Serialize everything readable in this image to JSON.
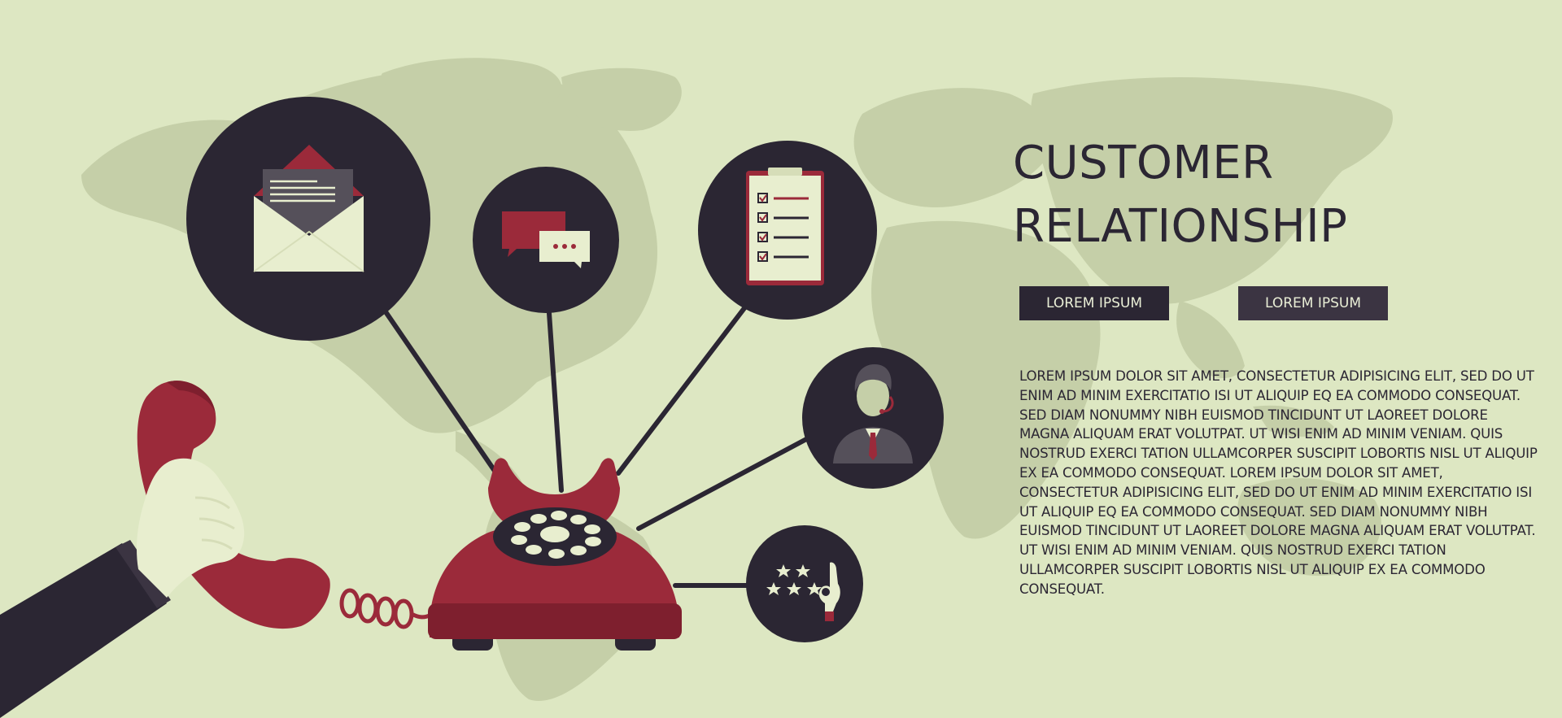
{
  "header": {
    "title_line1": "CUSTOMER",
    "title_line2": "RELATIONSHIP"
  },
  "buttons": [
    {
      "label": "LOREM IPSUM"
    },
    {
      "label": "LOREM IPSUM"
    }
  ],
  "body_text": "LOREM IPSUM DOLOR SIT AMET, CONSECTETUR ADIPISICING ELIT, SED DO UT ENIM AD MINIM EXERCITATIO ISI UT ALIQUIP EQ EA COMMODO CONSEQUAT. SED DIAM NONUMMY NIBH EUISMOD TINCIDUNT UT LAOREET DOLORE MAGNA ALIQUAM ERAT VOLUTPAT. UT WISI ENIM AD MINIM VENIAM. QUIS NOSTRUD EXERCI TATION ULLAMCORPER SUSCIPIT LOBORTIS NISL UT ALIQUIP EX EA COMMODO CONSEQUAT. LOREM IPSUM DOLOR SIT AMET, CONSECTETUR ADIPISICING ELIT, SED DO UT ENIM AD MINIM EXERCITATIO ISI UT ALIQUIP EQ EA COMMODO CONSEQUAT. SED DIAM NONUMMY NIBH EUISMOD TINCIDUNT UT LAOREET DOLORE MAGNA ALIQUAM ERAT VOLUTPAT. UT WISI ENIM AD MINIM VENIAM. QUIS NOSTRUD EXERCI TATION ULLAMCORPER SUSCIPIT LOBORTIS NISL UT ALIQUIP EX EA COMMODO CONSEQUAT.",
  "icons": [
    "mail-envelope-icon",
    "chat-bubbles-icon",
    "checklist-clipboard-icon",
    "support-agent-icon",
    "rating-ok-hand-icon",
    "rotary-telephone-icon",
    "hand-holding-handset-icon",
    "world-map-icon"
  ],
  "colors": {
    "background": "#dde7c2",
    "map": "#c5cfa8",
    "dark": "#2b2633",
    "accent_red": "#9b2a3a",
    "cream": "#e8eecf"
  }
}
